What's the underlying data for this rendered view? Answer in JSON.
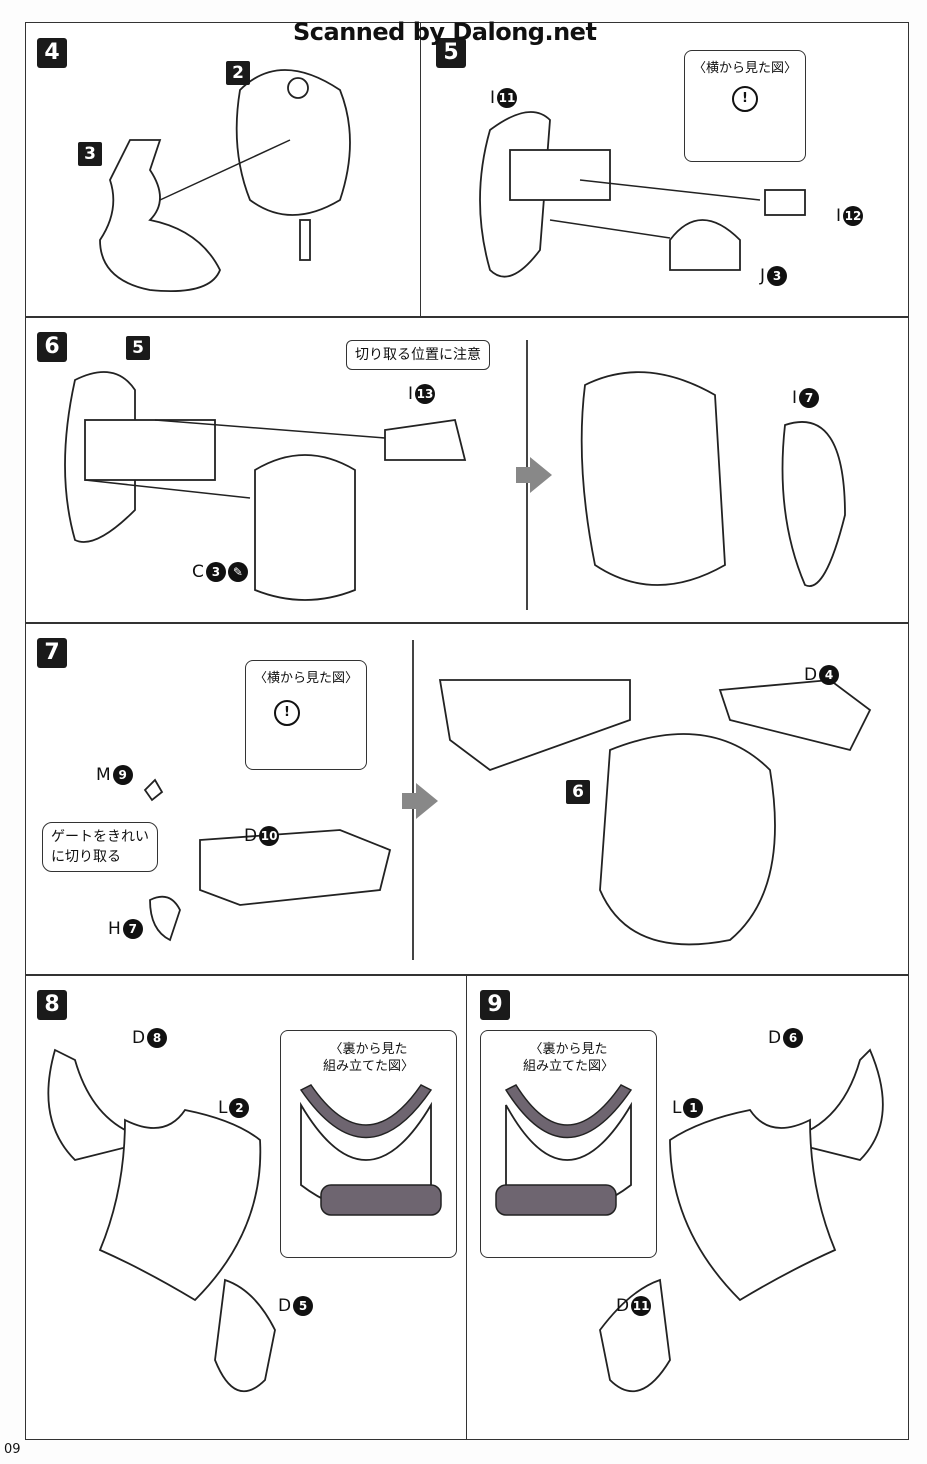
{
  "watermark": "Scanned by Dalong.net",
  "page_number": "09",
  "steps": {
    "s4": {
      "number": "4",
      "sub_a": "2",
      "sub_b": "3"
    },
    "s5": {
      "number": "5",
      "side_view": "〈横から見た図〉",
      "parts": [
        {
          "letter": "I",
          "num": "11"
        },
        {
          "letter": "I",
          "num": "12"
        },
        {
          "letter": "J",
          "num": "3"
        }
      ]
    },
    "s6": {
      "number": "6",
      "sub": "5",
      "note": "切り取る位置に注意",
      "parts": [
        {
          "letter": "I",
          "num": "13"
        },
        {
          "letter": "C",
          "num": "3"
        },
        {
          "letter": "I",
          "num": "7"
        }
      ]
    },
    "s7": {
      "number": "7",
      "side_view": "〈横から見た図〉",
      "note_line1": "ゲートをきれい",
      "note_line2": "に切り取る",
      "sub": "6",
      "parts": [
        {
          "letter": "M",
          "num": "9"
        },
        {
          "letter": "D",
          "num": "10"
        },
        {
          "letter": "H",
          "num": "7"
        },
        {
          "letter": "D",
          "num": "4"
        }
      ]
    },
    "s8": {
      "number": "8",
      "back_view_line1": "〈裏から見た",
      "back_view_line2": "組み立てた図〉",
      "parts": [
        {
          "letter": "D",
          "num": "8"
        },
        {
          "letter": "L",
          "num": "2"
        },
        {
          "letter": "D",
          "num": "5"
        }
      ]
    },
    "s9": {
      "number": "9",
      "back_view_line1": "〈裏から見た",
      "back_view_line2": "組み立てた図〉",
      "parts": [
        {
          "letter": "D",
          "num": "6"
        },
        {
          "letter": "L",
          "num": "1"
        },
        {
          "letter": "D",
          "num": "11"
        }
      ]
    }
  },
  "caution_symbol": "!"
}
